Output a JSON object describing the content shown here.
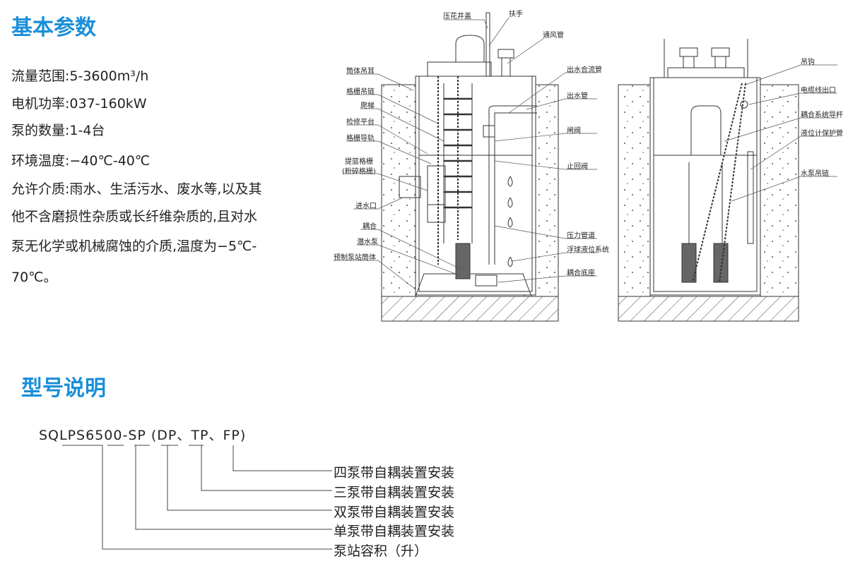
{
  "section1": {
    "title": "基本参数",
    "params": [
      "流量范围:5-3600m³/h",
      "电机功率:037-160kW",
      "泵的数量:1-4台",
      "环境温度:−40℃-40℃",
      "允许介质:雨水、生活污水、废水等,以及其",
      "他不含磨损性杂质或长纤维杂质的,且对水",
      "泵无化学或机械腐蚀的介质,温度为−5℃-",
      "70℃。"
    ]
  },
  "diagram_left": {
    "labels_left": [
      "筒体吊耳",
      "格栅吊链",
      "爬梯",
      "检修平台",
      "格栅导轨",
      "提篮格栅",
      "(粉碎格栅)",
      "进水口",
      "耦合",
      "潜水泵",
      "预制泵站筒体"
    ],
    "labels_top": [
      "压花井盖",
      "扶手",
      "通风管"
    ],
    "labels_right": [
      "出水合流管",
      "出水管",
      "闸阀",
      "止回阀",
      "压力管道",
      "浮球液位系统",
      "耦合底座"
    ]
  },
  "diagram_right": {
    "labels": [
      "吊钩",
      "电缆线出口",
      "耦合系统导杆",
      "液位计保护管",
      "水泵吊链"
    ]
  },
  "section2": {
    "title": "型号说明",
    "model": "SQLPS6500-SP (DP、TP、FP)",
    "legend": [
      "四泵带自耦装置安装",
      "三泵带自耦装置安装",
      "双泵带自耦装置安装",
      "单泵带自耦装置安装",
      "泵站容积（升）"
    ]
  },
  "colors": {
    "heading": "#1a8fd8",
    "text": "#231f20"
  }
}
